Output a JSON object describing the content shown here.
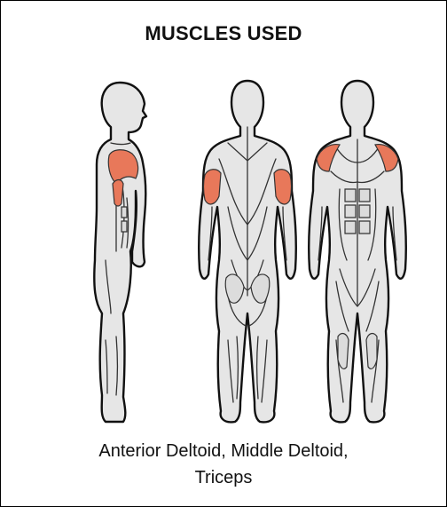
{
  "title": "MUSCLES USED",
  "caption_line1": "Anterior Deltoid, Middle Deltoid,",
  "caption_line2": "Triceps",
  "colors": {
    "highlight": "#e8785a",
    "body": "#e6e6e6",
    "outline": "#111111"
  }
}
